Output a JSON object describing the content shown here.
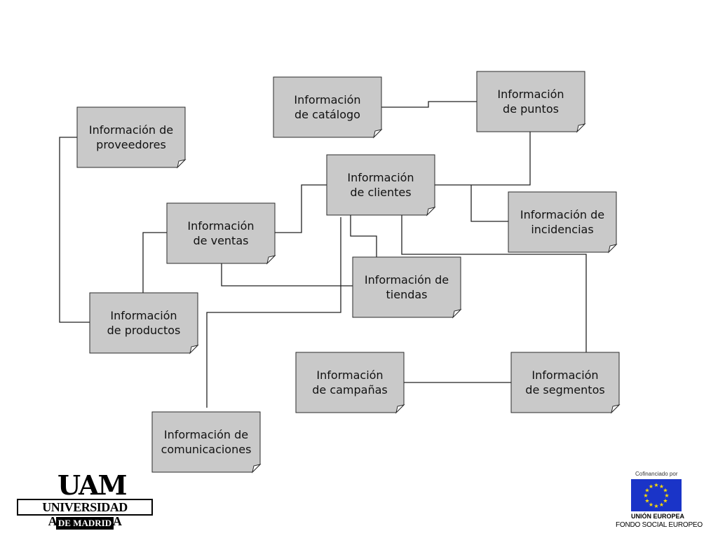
{
  "nodes": [
    {
      "id": "catalogo",
      "lines": [
        "Información",
        "de catálogo"
      ]
    },
    {
      "id": "puntos",
      "lines": [
        "Información",
        "de puntos"
      ]
    },
    {
      "id": "proveedores",
      "lines": [
        "Información de",
        "proveedores"
      ]
    },
    {
      "id": "clientes",
      "lines": [
        "Información",
        "de clientes"
      ]
    },
    {
      "id": "incidencias",
      "lines": [
        "Información de",
        "incidencias"
      ]
    },
    {
      "id": "ventas",
      "lines": [
        "Información",
        "de ventas"
      ]
    },
    {
      "id": "tiendas",
      "lines": [
        "Información de",
        "tiendas"
      ]
    },
    {
      "id": "productos",
      "lines": [
        "Información",
        "de productos"
      ]
    },
    {
      "id": "campanas",
      "lines": [
        "Información",
        "de campañas"
      ]
    },
    {
      "id": "segmentos",
      "lines": [
        "Información",
        "de segmentos"
      ]
    },
    {
      "id": "comunicaciones",
      "lines": [
        "Información de",
        "comunicaciones"
      ]
    }
  ],
  "connections": [
    [
      "catalogo",
      "puntos"
    ],
    [
      "puntos",
      "clientes"
    ],
    [
      "clientes",
      "incidencias"
    ],
    [
      "clientes",
      "ventas"
    ],
    [
      "clientes",
      "tiendas"
    ],
    [
      "clientes",
      "segmentos"
    ],
    [
      "clientes",
      "comunicaciones"
    ],
    [
      "ventas",
      "tiendas"
    ],
    [
      "ventas",
      "productos"
    ],
    [
      "proveedores",
      "productos"
    ],
    [
      "campanas",
      "segmentos"
    ]
  ],
  "logos": {
    "uam": {
      "mark": "UAM",
      "name": "UNIVERSIDAD AUTONOMA",
      "sub": "DE MADRID"
    },
    "eu": {
      "cofinanced": "Cofinanciado por",
      "line1": "UNIÓN EUROPEA",
      "line2": "FONDO SOCIAL EUROPEO",
      "flag_color": "#1a34c8",
      "star_color": "#ffdd00"
    }
  }
}
